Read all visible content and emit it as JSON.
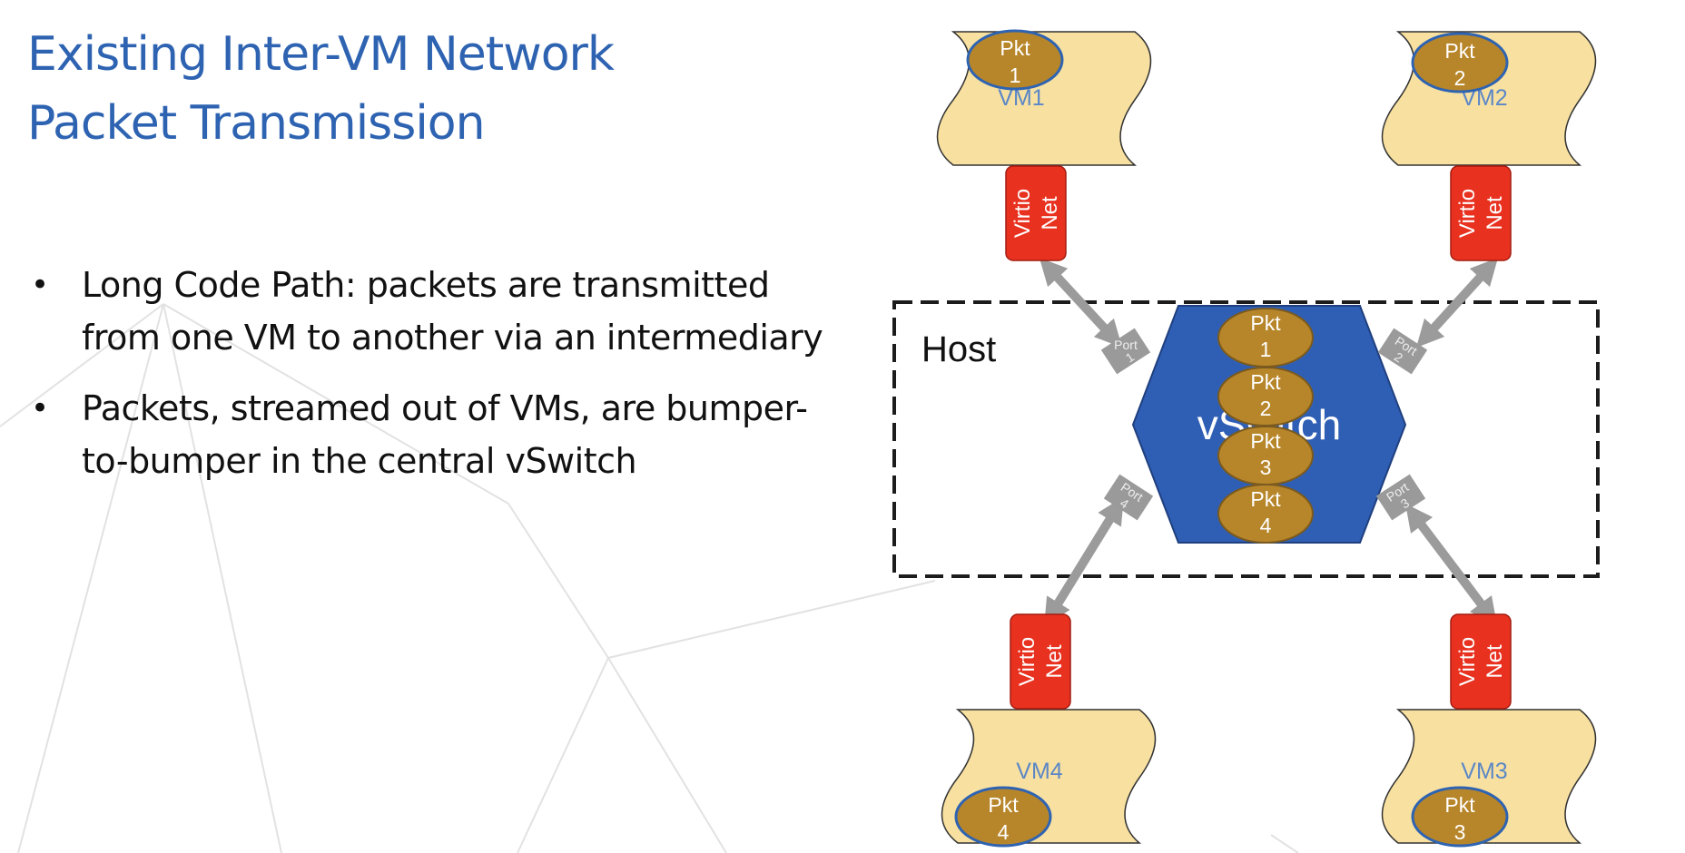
{
  "slide": {
    "title_line1": "Existing Inter-VM Network",
    "title_line2": "Packet Transmission",
    "bullets": [
      "Long Code Path: packets are transmitted from one VM to another via an intermediary",
      "Packets, streamed out of VMs, are bumper-to-bumper in the central vSwitch"
    ]
  },
  "diagram": {
    "host_label": "Host",
    "vswitch_label": "vSwitch",
    "vms": [
      {
        "label": "VM1",
        "pkt": [
          "Pkt",
          "1"
        ]
      },
      {
        "label": "VM2",
        "pkt": [
          "Pkt",
          "2"
        ]
      },
      {
        "label": "VM3",
        "pkt": [
          "Pkt",
          "3"
        ]
      },
      {
        "label": "VM4",
        "pkt": [
          "Pkt",
          "4"
        ]
      }
    ],
    "virtio": [
      "Virtio",
      "Net"
    ],
    "ports": [
      {
        "line1": "Port",
        "line2": "1"
      },
      {
        "line1": "Port",
        "line2": "2"
      },
      {
        "line1": "Port",
        "line2": "3"
      },
      {
        "line1": "Port",
        "line2": "4"
      }
    ],
    "switch_packets": [
      [
        "Pkt",
        "1"
      ],
      [
        "Pkt",
        "2"
      ],
      [
        "Pkt",
        "3"
      ],
      [
        "Pkt",
        "4"
      ]
    ],
    "colors": {
      "title": "#2e63b2",
      "vm_fill": "#f8e1a0",
      "vm_label": "#5b87c7",
      "pkt_fill": "#b8862a",
      "virtio_fill": "#e8311f",
      "vswitch_fill": "#2f5fb5",
      "port_fill": "#9a9a9a",
      "arrow": "#9b9b9b"
    }
  }
}
